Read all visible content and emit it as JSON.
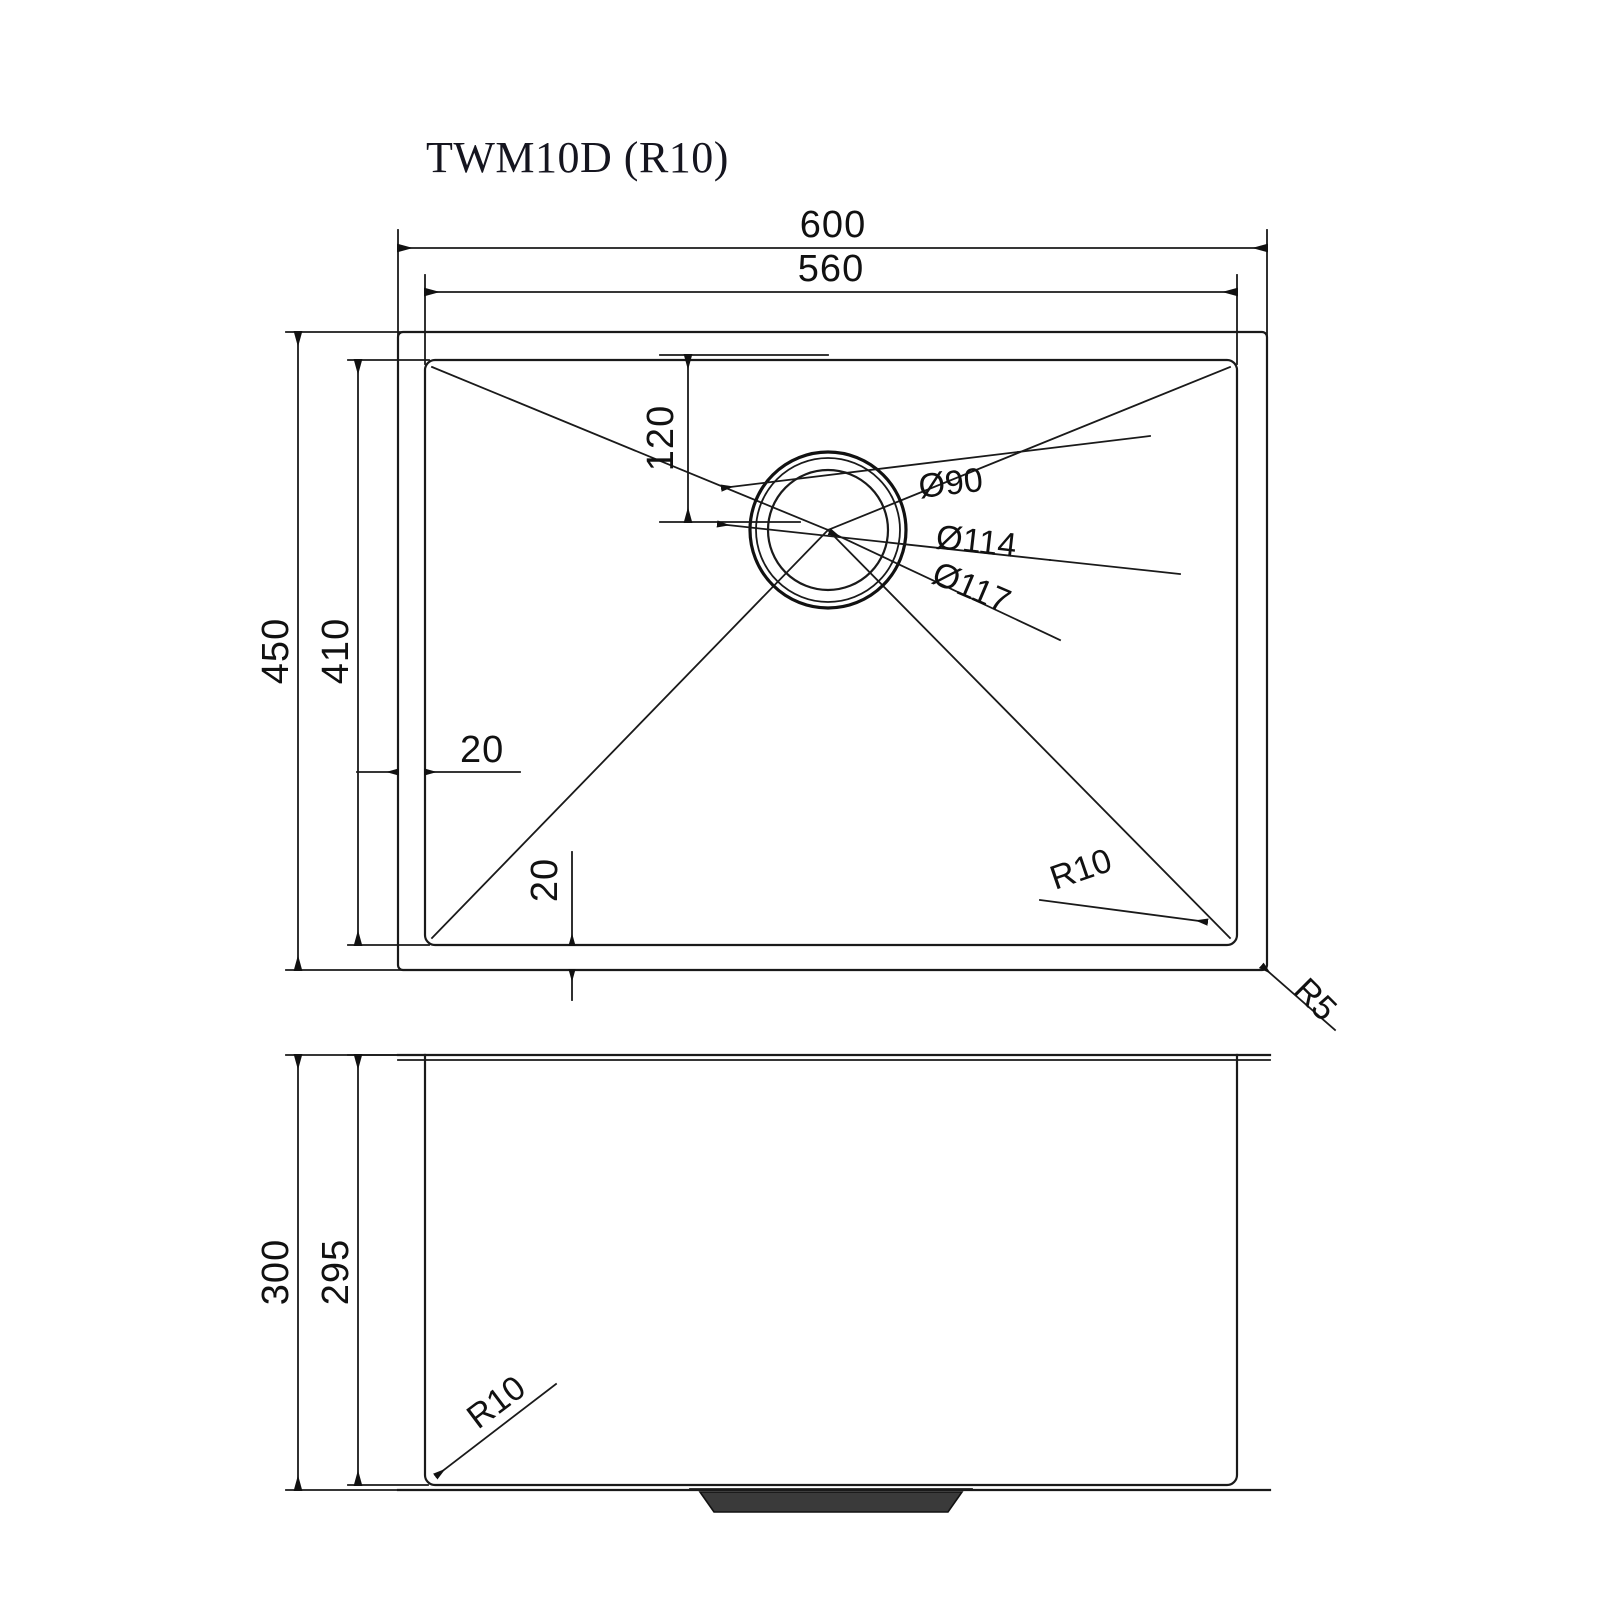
{
  "drawing": {
    "title": "TWM10D (R10)",
    "units_note": "",
    "line_color": "#1a1a1a",
    "background": "#ffffff"
  },
  "top_view": {
    "name": "top-view",
    "dimensions": {
      "overall_width": "600",
      "bowl_width": "560",
      "overall_depth": "450",
      "bowl_depth": "410",
      "drain_offset_from_top": "120",
      "rim_left_offset": "20",
      "rim_bottom_offset": "20"
    },
    "drain": {
      "d_outer": "Ø117",
      "d_middle": "Ø114",
      "d_inner": "Ø90"
    },
    "radii": {
      "bowl_corner": "R10",
      "rim_corner": "R5"
    }
  },
  "front_view": {
    "name": "front-view",
    "dimensions": {
      "overall_height": "300",
      "bowl_height": "295"
    },
    "radii": {
      "bottom_corner": "R10"
    }
  }
}
